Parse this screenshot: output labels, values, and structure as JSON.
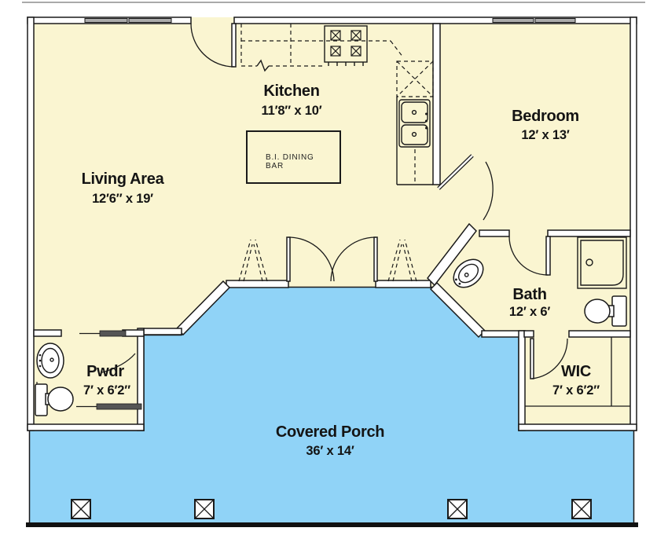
{
  "plan": {
    "type": "floor-plan",
    "rooms": [
      {
        "name": "Living Area",
        "dims": "12′6″ x 19′"
      },
      {
        "name": "Kitchen",
        "dims": "11′8″ x 10′"
      },
      {
        "name": "Bedroom",
        "dims": "12′ x 13′"
      },
      {
        "name": "Bath",
        "dims": "12′ x 6′"
      },
      {
        "name": "Pwdr",
        "dims": "7′ x 6′2″"
      },
      {
        "name": "WIC",
        "dims": "7′ x 6′2″"
      },
      {
        "name": "Covered Porch",
        "dims": "36′ x 14′"
      }
    ],
    "island": {
      "line1": "B.I.  DINING",
      "line2": "BAR"
    },
    "colors": {
      "floor": "#FAF5D1",
      "porch": "#90D3F7",
      "wall_fill": "#FFFFFF",
      "line": "#1A1A1A",
      "window_glass": "#ABABAB",
      "door_slab": "#555555"
    }
  }
}
